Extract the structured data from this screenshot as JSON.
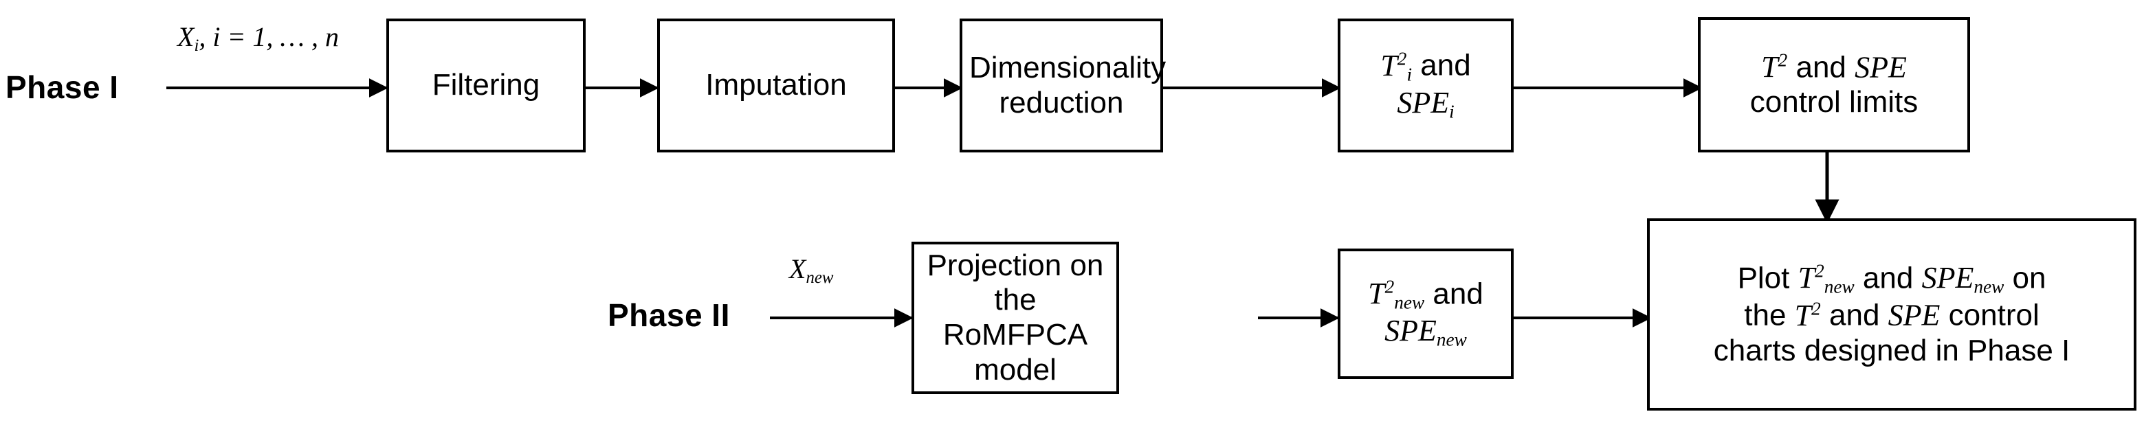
{
  "diagram": {
    "title_phase1": "Phase I",
    "title_phase2": "Phase II",
    "stroke_color": "#000000",
    "background_color": "#ffffff"
  },
  "phase1": {
    "label": "Phase I",
    "input_edge_label": "X_i, i = 1, ..., n",
    "input_edge_parts": {
      "var": "X",
      "var_sub": "i",
      "rest": ", i = 1, … , n"
    },
    "nodes": [
      {
        "id": "filtering",
        "label": "Filtering"
      },
      {
        "id": "imputation",
        "label": "Imputation"
      },
      {
        "id": "dimensionality-reduction",
        "label": "Dimensionality reduction",
        "line1": "Dimensionality",
        "line2": "reduction"
      },
      {
        "id": "ti2-and-spei",
        "label": "T_i^2 and SPE_i",
        "line1": "T_i^2 and",
        "line2": "SPE_i"
      },
      {
        "id": "t2-and-spe-control-limits",
        "label": "T^2 and SPE control limits",
        "line1": "T^2 and SPE",
        "line2": "control limits"
      }
    ]
  },
  "phase2": {
    "label": "Phase II",
    "input_edge_label": "X_new",
    "input_edge_parts": {
      "var": "X",
      "var_sub": "new"
    },
    "nodes": [
      {
        "id": "projection-on-romfpca-model",
        "label": "Projection on the RoMFPCA model",
        "line1": "Projection on",
        "line2": "the RoMFPCA",
        "line3": "model"
      },
      {
        "id": "t2new-and-spenew",
        "label": "T_new^2 and SPE_new",
        "line1": "T_new^2 and",
        "line2": "SPE_new"
      },
      {
        "id": "plot-on-control-charts",
        "label": "Plot T_new^2 and SPE_new on the T^2 and SPE control charts designed in Phase I",
        "line1_pre": "Plot ",
        "line1_mid": " and ",
        "line1_post": " on",
        "line2_pre": "the ",
        "line2_mid": " and ",
        "line2_post": " control",
        "line3": "charts designed in Phase I"
      }
    ]
  },
  "text_tokens": {
    "and": "and",
    "on": "on",
    "the": "the",
    "control": "control",
    "control_limits": "control limits",
    "plot": "Plot",
    "charts_designed_in_phase_i": "charts designed in Phase I",
    "model": "model",
    "reduction": "reduction",
    "dimensionality": "Dimensionality",
    "projection_on": "Projection on",
    "the_romfpca": "the RoMFPCA",
    "T": "T",
    "S": "SPE",
    "two": "2",
    "i": "i",
    "new": "new",
    "filtering": "Filtering",
    "imputation": "Imputation",
    "X": "X",
    "xi_rest": ", i = 1, … , n"
  }
}
